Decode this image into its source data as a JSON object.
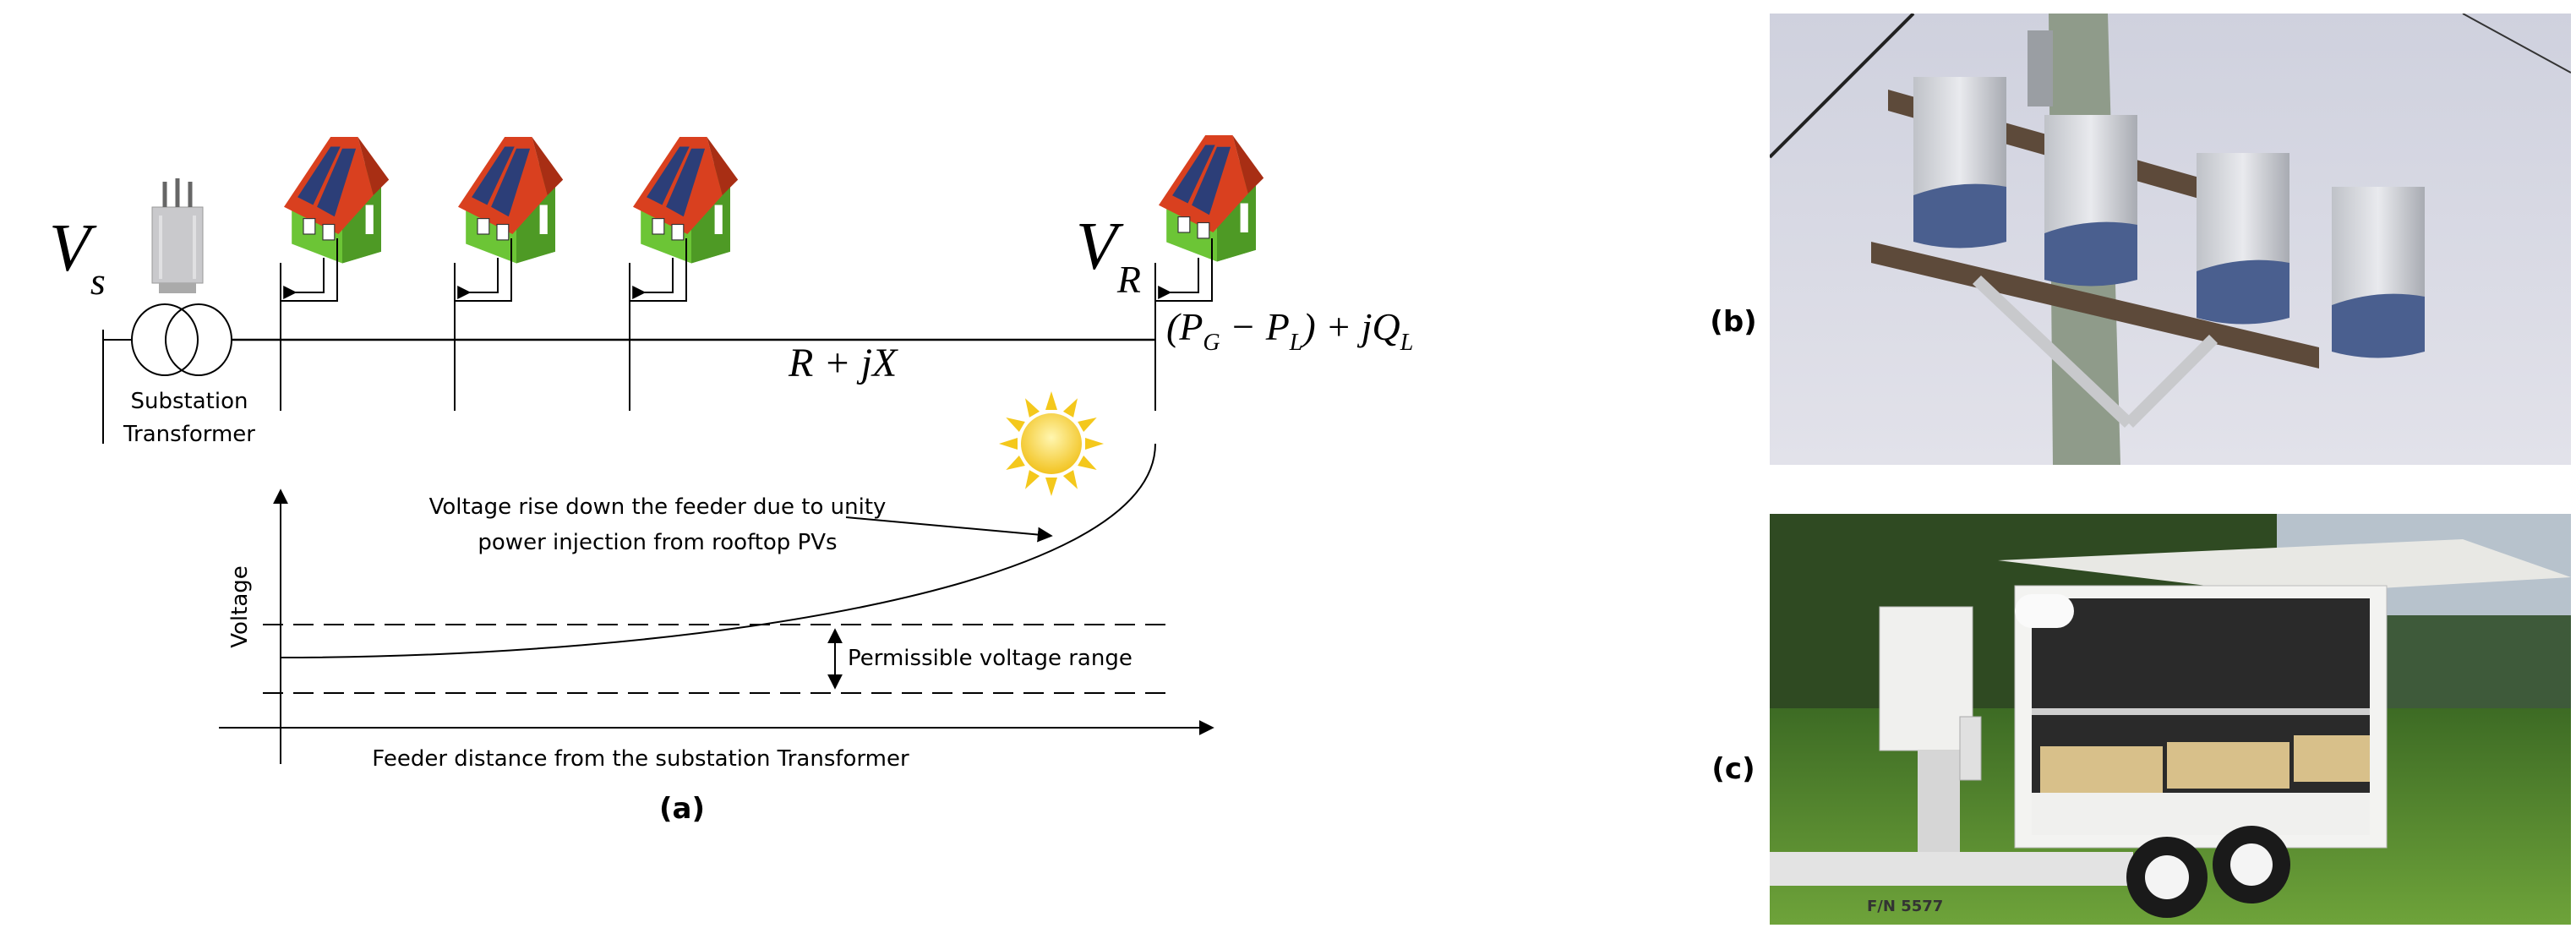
{
  "diagram_a": {
    "vs_main": "V",
    "vs_sub": "s",
    "vr_main": "V",
    "vr_sub": "R",
    "transformer_label_line1": "Substation",
    "transformer_label_line2": "Transformer",
    "impedance": "R + jX",
    "power_open": "(P",
    "power_g": "G",
    "power_minus": " − P",
    "power_l": "L",
    "power_close": ") + jQ",
    "power_ql": "L",
    "annotation_line1": "Voltage rise down the feeder due to unity",
    "annotation_line2": "power injection from rooftop PVs",
    "y_axis_label": "Voltage",
    "x_axis_label": "Feeder distance from the substation Transformer",
    "range_label": "Permissible voltage range",
    "panel_label": "(a)"
  },
  "photo_b": {
    "panel_label": "(b)"
  },
  "photo_c": {
    "panel_label": "(c)",
    "plate_text": "F/N 5577"
  },
  "colors": {
    "roof": "#d9401f",
    "wall": "#6cc536",
    "panel": "#2c3e78",
    "sky": "#d9dae4",
    "inverter_blue": "#4a5f8f"
  }
}
